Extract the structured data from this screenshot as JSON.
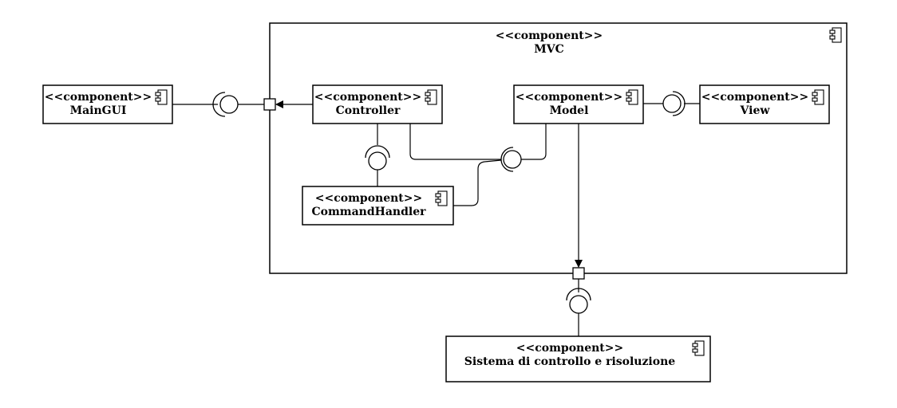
{
  "colors": {
    "stroke": "#000000",
    "background": "#ffffff"
  },
  "mvc": {
    "stereotype": "<<component>>",
    "name": "MVC",
    "icon": "component-icon"
  },
  "components": {
    "maingui": {
      "stereotype": "<<component>>",
      "name": "MainGUI",
      "icon": "component-icon"
    },
    "controller": {
      "stereotype": "<<component>>",
      "name": "Controller",
      "icon": "component-icon"
    },
    "model": {
      "stereotype": "<<component>>",
      "name": "Model",
      "icon": "component-icon"
    },
    "view": {
      "stereotype": "<<component>>",
      "name": "View",
      "icon": "component-icon"
    },
    "commandhandler": {
      "stereotype": "<<component>>",
      "name": "CommandHandler",
      "icon": "component-icon"
    },
    "sistema": {
      "stereotype": "<<component>>",
      "name": "Sistema di controllo e risoluzione",
      "icon": "component-icon"
    }
  }
}
